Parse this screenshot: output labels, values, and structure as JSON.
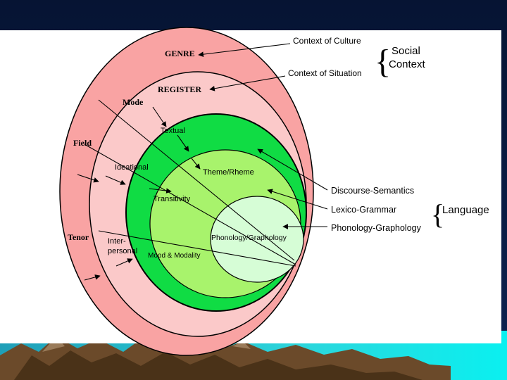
{
  "layers": {
    "genre": "GENRE",
    "register": "REGISTER",
    "mode": "Mode",
    "field": "Field",
    "tenor": "Tenor"
  },
  "metafunctions": {
    "textual": "Textual",
    "ideational": "Ideational",
    "interpersonal_line1": "Inter-",
    "interpersonal_line2": "personal"
  },
  "systems": {
    "theme_rheme": "Theme/Rheme",
    "transitivity": "Transitivity",
    "mood_modality": "Mood & Modality",
    "phonology_graphology": "Phonology/Graphology"
  },
  "context": {
    "culture": "Context of Culture",
    "situation": "Context of Situation",
    "social_line1": "Social",
    "social_line2": "Context"
  },
  "language": {
    "discourse_semantics": "Discourse-Semantics",
    "lexico_grammar": "Lexico-Grammar",
    "phonology_graphology": "Phonology-Graphology",
    "group_label": "Language"
  },
  "colors": {
    "slide_background": "#0a1a3e",
    "panel": "#ffffff",
    "genre_circle": "#f9a3a3",
    "register_circle": "#fbc9c9",
    "semantics_circle": "#10dc44",
    "lexicogrammar_circle": "#a8f36c",
    "phonology_circle": "#d6fdd6",
    "mountains": "#6b4a2a",
    "water": "#22c8d8"
  }
}
